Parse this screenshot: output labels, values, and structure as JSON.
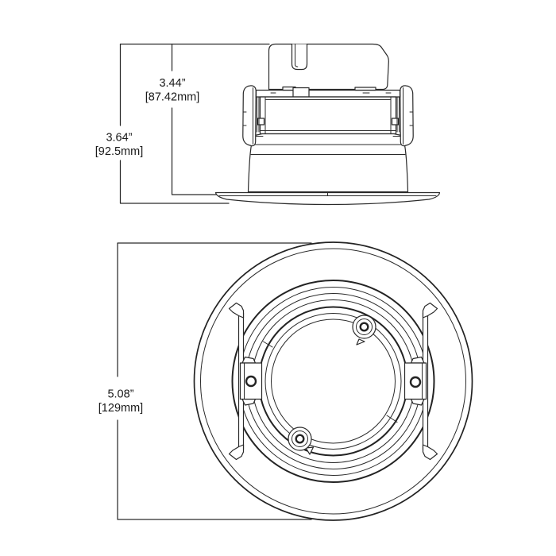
{
  "side_view": {
    "dim_housing_height": {
      "inches": "3.44”",
      "mm": "[87.42mm]"
    },
    "dim_overall_height": {
      "inches": "3.64”",
      "mm": "[92.5mm]"
    }
  },
  "bottom_view": {
    "dim_flange_diameter": {
      "inches": "5.08”",
      "mm": "[129mm]"
    }
  },
  "colors": {
    "line": "#2a2a2a",
    "text": "#1a1a1a",
    "background": "#ffffff"
  }
}
